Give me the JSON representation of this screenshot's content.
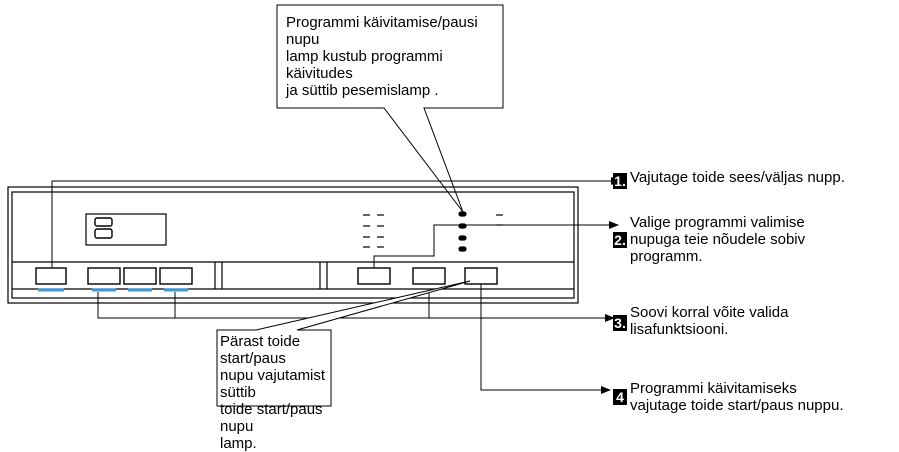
{
  "top_note": "Programmi käivitamise/pausi nupu\nlamp kustub programmi käivitudes\nja süttib pesemislamp .",
  "bottom_note": "Pärast toide start/paus\nnupu vajutamist süttib\ntoide start/paus nupu\nlamp.",
  "steps": [
    {
      "number": "1.",
      "text": "Vajutage toide sees/väljas nupp."
    },
    {
      "number": "2.",
      "text": "Valige programmi valimise\nnupuga teie nõudele sobiv\nprogramm."
    },
    {
      "number": "3.",
      "text": "Soovi korral võite valida\nlisafunktsiooni."
    },
    {
      "number": "4",
      "text": "Programmi käivitamiseks\nvajutage toide start/paus nuppu."
    }
  ],
  "display_readout": "8",
  "colors": {
    "line": "#000000",
    "button_glow": "#3a9ad9"
  }
}
